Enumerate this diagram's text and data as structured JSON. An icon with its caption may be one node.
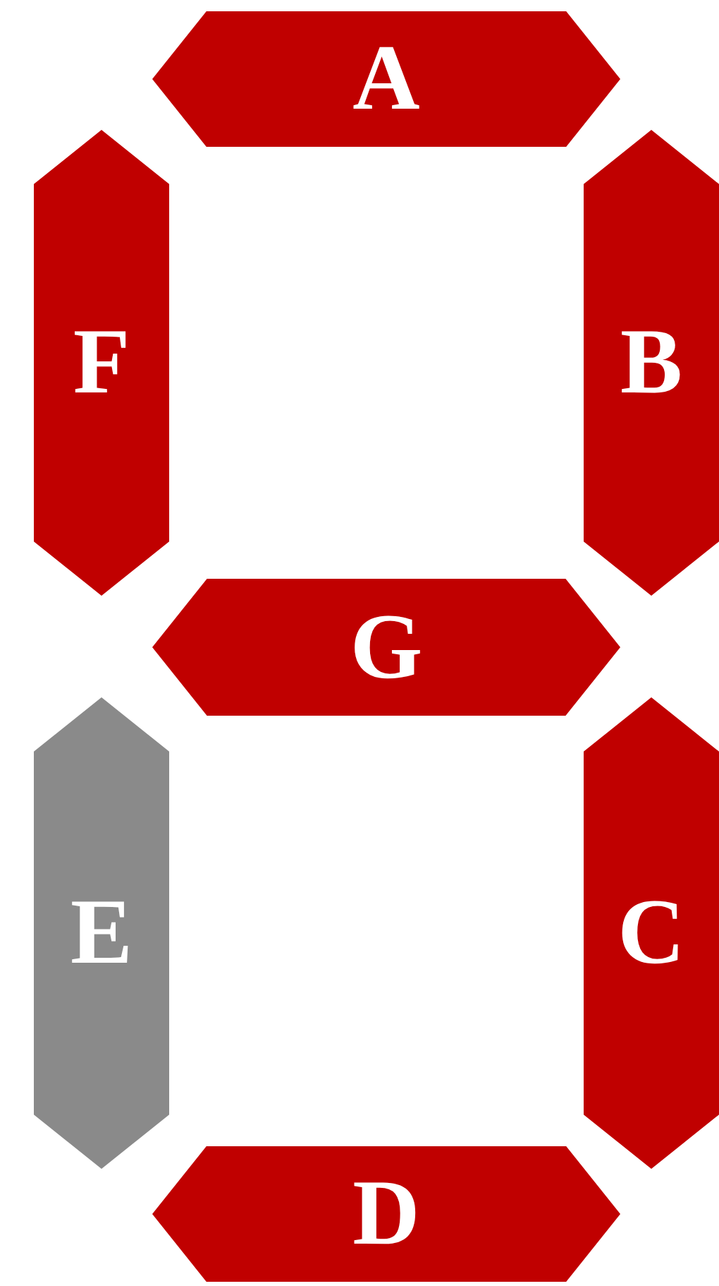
{
  "diagram": {
    "nodes": [
      {
        "text": [
          "A"
        ]
      },
      {
        "text": [
          "F"
        ]
      },
      {
        "text": [
          "B"
        ]
      },
      {
        "text": [
          "G"
        ]
      },
      {
        "text": [
          "E"
        ]
      },
      {
        "text": [
          "C"
        ]
      },
      {
        "text": [
          "D"
        ]
      }
    ]
  }
}
